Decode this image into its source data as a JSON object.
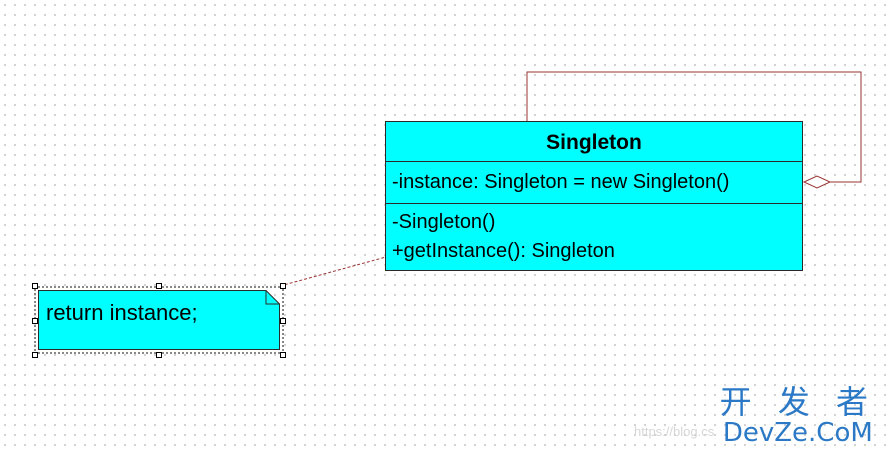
{
  "class": {
    "name": "Singleton",
    "attributes": [
      "-instance: Singleton = new Singleton()"
    ],
    "operations": [
      "-Singleton()",
      "+getInstance(): Singleton"
    ]
  },
  "note": {
    "text": "return instance;"
  },
  "watermark": {
    "chinese": "开 发 者",
    "brand": "DevZe.CoM",
    "faint_url": "https://blog.cs"
  },
  "colors": {
    "class_fill": "#00ffff",
    "note_fill": "#00ffff",
    "association_line": "#993333",
    "note_link": "#993333",
    "watermark": "#2b79c6"
  }
}
